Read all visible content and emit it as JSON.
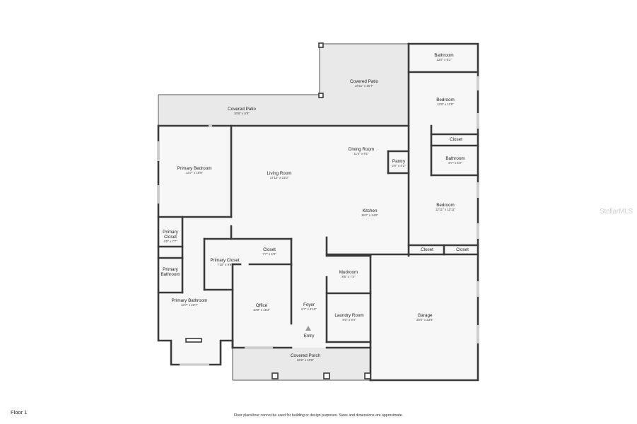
{
  "floor_title": "Floor 1",
  "disclaimer": "Floor plans/tour cannot be used for building or design purposes. Sizes and dimensions are approximate.",
  "watermark": "StellarMLS",
  "rooms": {
    "bathroom_top": {
      "label": "Bathroom",
      "dim": "13'0\" x 5'1\""
    },
    "covered_patio_right": {
      "label": "Covered Patio",
      "dim": "16'11\" x 15'7\""
    },
    "bedroom_top": {
      "label": "Bedroom",
      "dim": "13'0\" x 11'5\""
    },
    "covered_patio_left": {
      "label": "Covered Patio",
      "dim": "30'6\" x 5'9\""
    },
    "closet_right_top": {
      "label": "Closet"
    },
    "dining_room": {
      "label": "Dining Room",
      "dim": "11'4\" x 9'1\""
    },
    "bathroom_mid": {
      "label": "Bathroom",
      "dim": "8'7\" x 5'2\""
    },
    "pantry": {
      "label": "Pantry",
      "dim": "2'5\" x 4'2\""
    },
    "primary_bedroom": {
      "label": "Primary Bedroom",
      "dim": "13'7\" x 16'9\""
    },
    "living_room": {
      "label": "Living Room",
      "dim": "17'10\" x 21'0\""
    },
    "bedroom_mid": {
      "label": "Bedroom",
      "dim": "12'11\" x 12'11\""
    },
    "kitchen": {
      "label": "Kitchen",
      "dim": "15'2\" x 14'9\""
    },
    "primary_closet_small": {
      "label_line1": "Primary",
      "label_line2": "Closet",
      "dim": "4'5\" x 7'7\""
    },
    "closet_bottom_left": {
      "label": "Closet"
    },
    "closet_bottom_right": {
      "label": "Closet"
    },
    "closet_center": {
      "label": "Closet",
      "dim": "7'7\" x 4'9\""
    },
    "primary_closet_large": {
      "label": "Primary Closet",
      "dim": "7'10\" x 9'9\""
    },
    "primary_bathroom_small": {
      "label_line1": "Primary",
      "label_line2": "Bathroom"
    },
    "mudroom": {
      "label": "Mudroom",
      "dim": "8'6\" x 7'4\""
    },
    "primary_bathroom": {
      "label": "Primary Bathroom",
      "dim": "13'7\" x 23'7\""
    },
    "office": {
      "label": "Office",
      "dim": "10'9\" x 15'2\""
    },
    "foyer": {
      "label": "Foyer",
      "dim": "6'7\" x 4'10\""
    },
    "garage": {
      "label": "Garage",
      "dim": "20'0\" x 23'6\""
    },
    "laundry_room": {
      "label": "Laundry Room",
      "dim": "8'0\" x 8'4\""
    },
    "entry": {
      "label": "Entry"
    },
    "covered_porch": {
      "label": "Covered Porch",
      "dim": "26'2\" x 10'8\""
    }
  },
  "colors": {
    "wall": "#3a3a3a",
    "floor": "#f7f7f7",
    "patio": "#e9e9e9",
    "background": "#ffffff"
  }
}
